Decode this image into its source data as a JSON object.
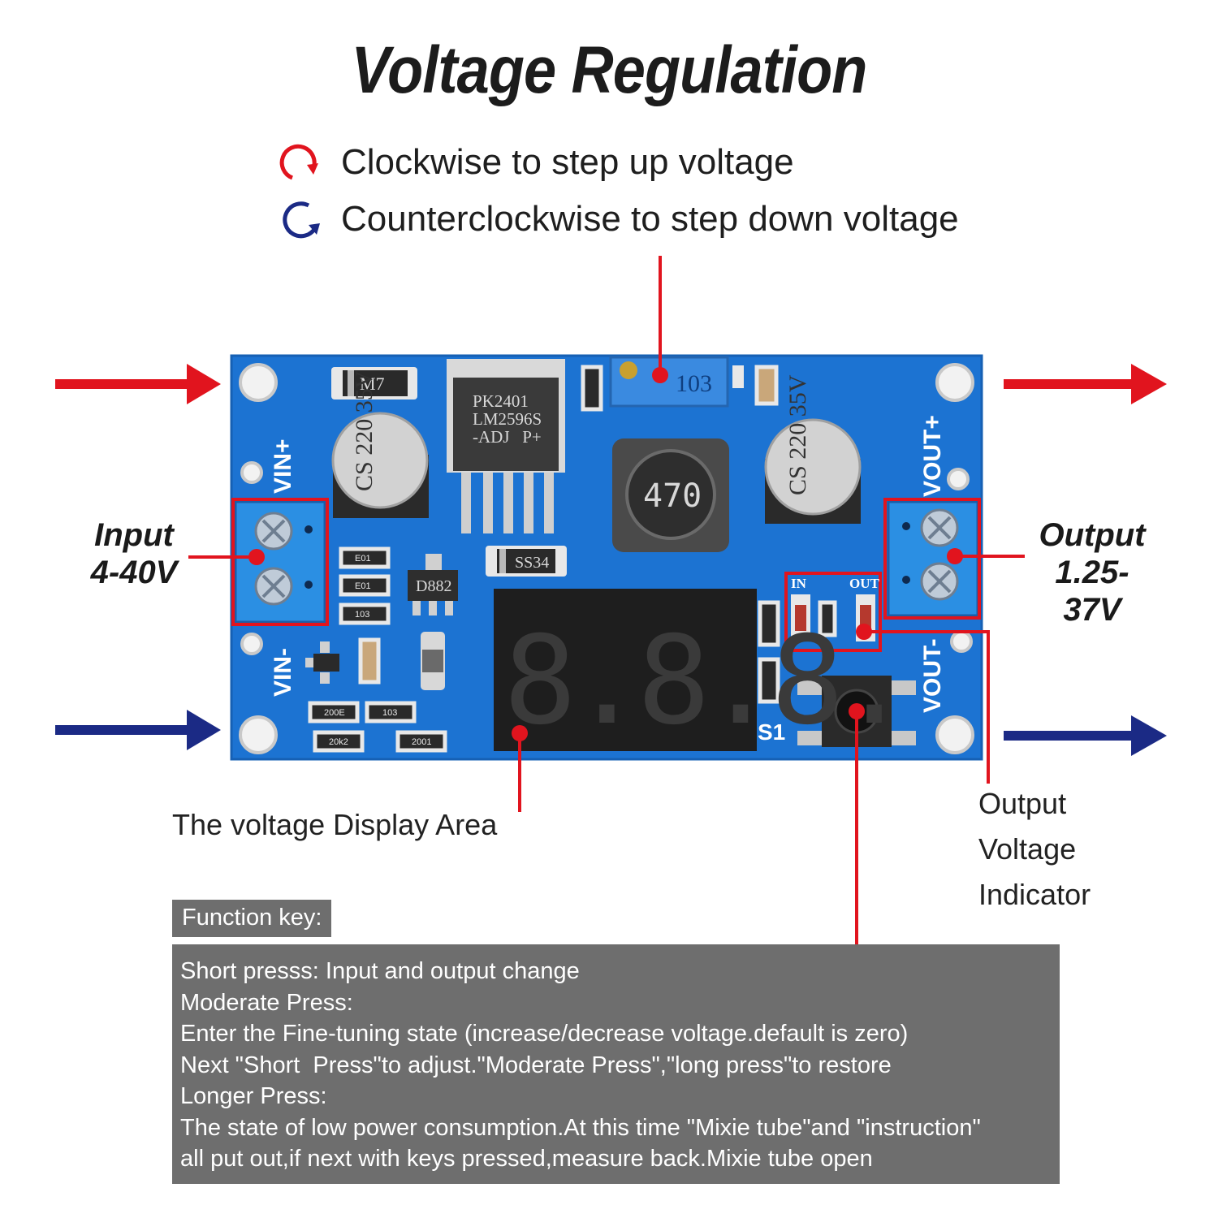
{
  "title": "Voltage Regulation",
  "legend": {
    "clockwise": "Clockwise to step up voltage",
    "counterclockwise": "Counterclockwise to step down voltage"
  },
  "colors": {
    "board": "#1c73d2",
    "red": "#e1141e",
    "blue": "#1b2a85",
    "box": "#6e6e6e"
  },
  "input": {
    "label": "Input",
    "range": "4-40V"
  },
  "output": {
    "label": "Output",
    "range": "1.25-37V"
  },
  "board": {
    "vin_plus": "VIN+",
    "vin_minus": "VIN-",
    "vout_plus": "VOUT+",
    "vout_minus": "VOUT-",
    "diode": "M7",
    "ic_line1": "PK2401",
    "ic_line2": "LM2596S",
    "ic_line3": "-ADJ   P+",
    "pot": "103",
    "cap1": "CS 220 35V",
    "cap2": "CS 220 35V",
    "inductor": "470",
    "schottky": "SS34",
    "transistor": "D882",
    "display": "8.8.8.",
    "switch": "S1",
    "led_in": "IN",
    "led_out": "OUT",
    "r1": "E01",
    "r2": "E01",
    "r3": "103",
    "r4": "200E",
    "r5": "103",
    "r6": "20k2",
    "r7": "2001"
  },
  "callouts": {
    "display_area": "The voltage Display Area",
    "indicator_line1": "Output",
    "indicator_line2": "Voltage",
    "indicator_line3": "Indicator"
  },
  "function_key": {
    "title": "Function key:",
    "lines": [
      "Short presss: Input and output change",
      "Moderate Press:",
      "Enter the Fine-tuning state (increase/decrease voltage.default is zero)",
      "Next \"Short  Press\"to adjust.\"Moderate Press\",\"long press\"to restore",
      "Longer Press:",
      "The state of low power consumption.At this time \"Mixie tube\"and \"instruction\"",
      "all put out,if next with keys pressed,measure back.Mixie tube open"
    ]
  }
}
